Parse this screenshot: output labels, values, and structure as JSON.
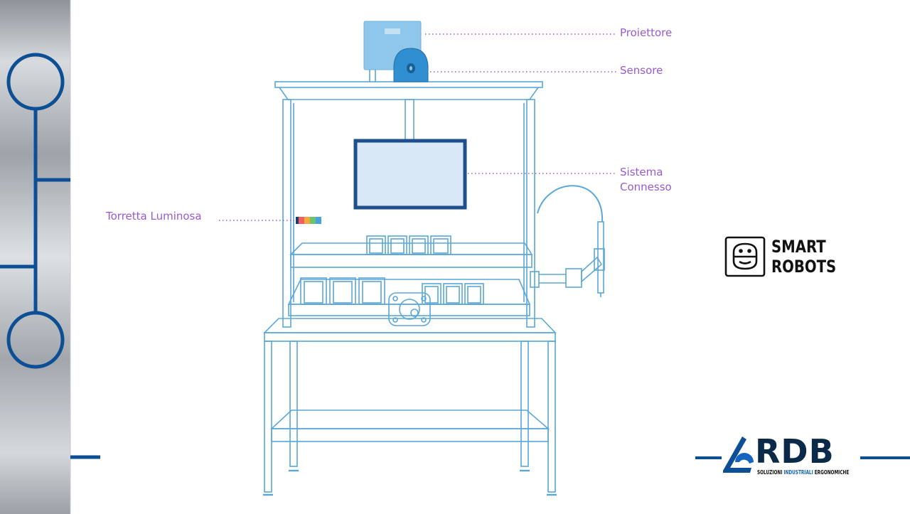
{
  "labels": {
    "projector": "Proiettore",
    "sensor": "Sensore",
    "connected_system_line1": "Sistema",
    "connected_system_line2": "Connesso",
    "light_tower": "Torretta Luminosa"
  },
  "smart_robots_logo": {
    "line1": "SMART",
    "line2": "ROBOTS"
  },
  "rdb_logo": {
    "wordmark": "RDB",
    "tagline_part1": "SOLUZIONI ",
    "tagline_part2": "INDUSTRIALI",
    "tagline_part3": " ERGONOMICHE"
  },
  "colors": {
    "line_art": "#5aa7d8",
    "label_purple": "#9b59d0",
    "accent_navy": "#0d4f94",
    "monitor_frame": "#1d4f8c",
    "projector_fill": "#8fc7ea",
    "sensor_fill": "#2f8fd0"
  },
  "light_tower_colors": [
    "#1d3c6e",
    "#f06060",
    "#f4a840",
    "#6cc46c",
    "#4aa3e0"
  ]
}
